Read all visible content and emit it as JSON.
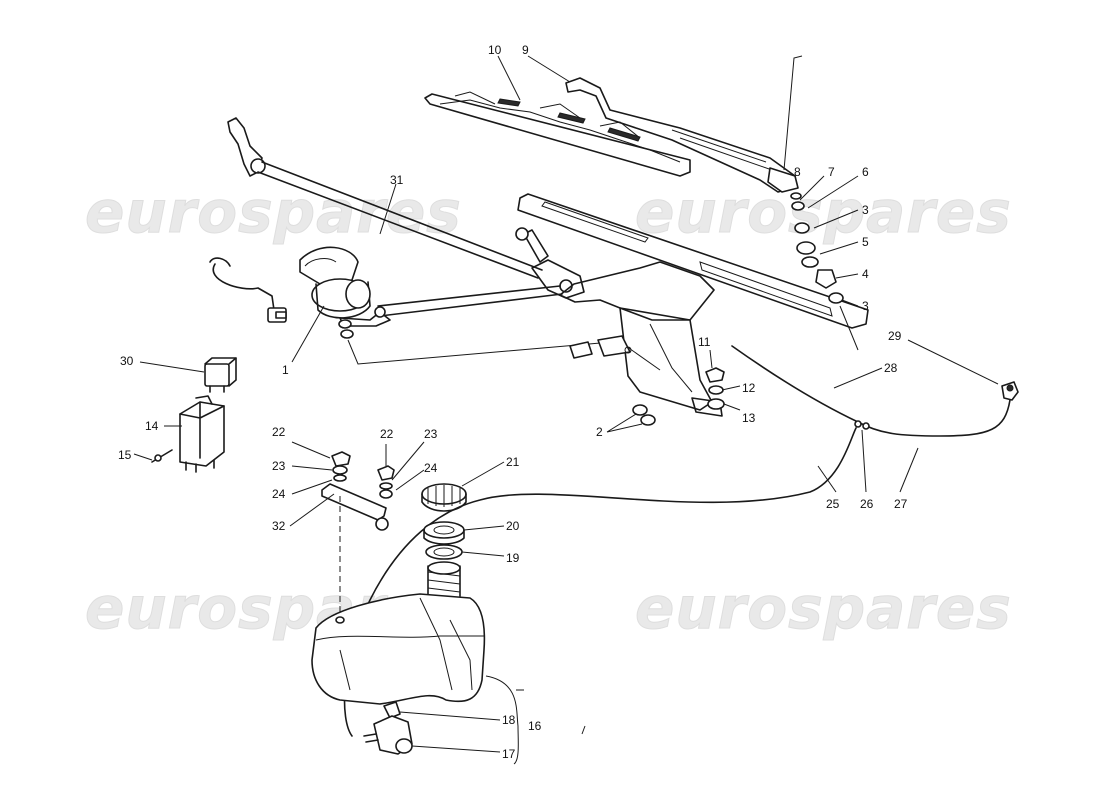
{
  "watermark": "eurospares",
  "callouts": {
    "c1": "1",
    "c2": "2",
    "c3a": "3",
    "c3b": "3",
    "c4": "4",
    "c5": "5",
    "c6": "6",
    "c7": "7",
    "c8": "8",
    "c9": "9",
    "c10": "10",
    "c11": "11",
    "c12": "12",
    "c13": "13",
    "c14": "14",
    "c15": "15",
    "c16": "16",
    "c17": "17",
    "c18": "18",
    "c19": "19",
    "c20": "20",
    "c21": "21",
    "c22a": "22",
    "c22b": "22",
    "c23a": "23",
    "c23b": "23",
    "c24a": "24",
    "c24b": "24",
    "c25": "25",
    "c26": "26",
    "c27": "27",
    "c28": "28",
    "c29": "29",
    "c30": "30",
    "c31": "31",
    "c32": "32"
  }
}
